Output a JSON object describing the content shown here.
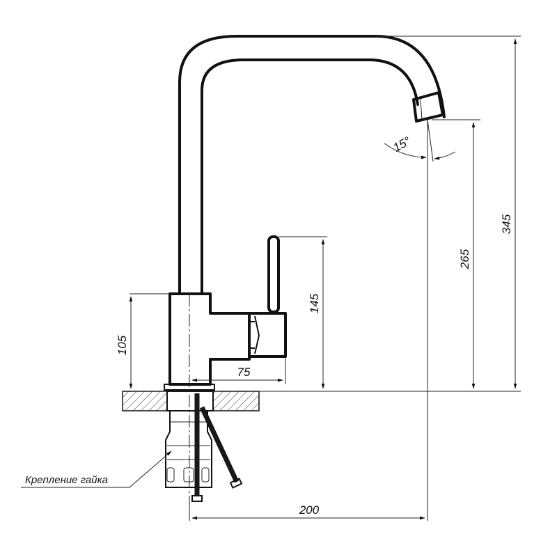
{
  "dimensions": {
    "overall_height": "345",
    "spout_height": "265",
    "lever_height": "145",
    "body_height": "105",
    "handle_offset": "75",
    "reach": "200",
    "angle": "15°"
  },
  "labels": {
    "mounting": "Крепление гайка"
  },
  "colors": {
    "line": "#111111",
    "background": "#ffffff"
  }
}
